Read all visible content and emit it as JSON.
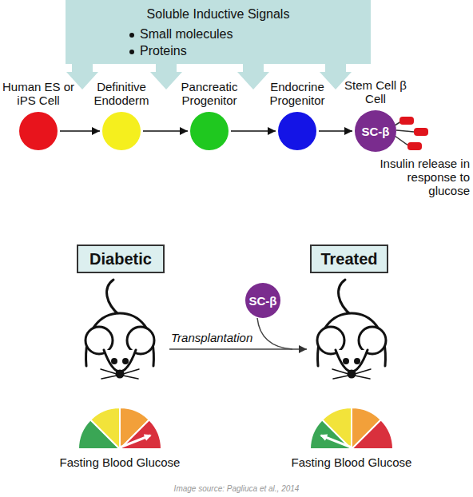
{
  "diagram": {
    "caption": "Image source: Pagliuca et al., 2014",
    "nodes": [
      {
        "text": [
          "Soluble Inductive Signals",
          "Small molecules",
          "Proteins"
        ]
      },
      {
        "text": [
          "Human ES or iPS Cell"
        ]
      },
      {
        "text": [
          "Definitive Endoderm"
        ]
      },
      {
        "text": [
          "Pancreatic Progenitor"
        ]
      },
      {
        "text": [
          "Endocrine Progenitor"
        ]
      },
      {
        "text": [
          "Stem Cell β Cell",
          "SC-β"
        ]
      },
      {
        "text": [
          "Diabetic"
        ]
      },
      {
        "text": [
          "Treated"
        ]
      },
      {
        "text": [
          "SC-β"
        ]
      }
    ],
    "edges": [
      {
        "from": 1,
        "to": 2,
        "arrow": "to"
      },
      {
        "from": 2,
        "to": 3,
        "arrow": "to"
      },
      {
        "from": 3,
        "to": 4,
        "arrow": "to"
      },
      {
        "from": 4,
        "to": 5,
        "arrow": "to"
      }
    ],
    "labels": [
      "Insulin release in response to glucose",
      "Transplantation",
      "Fasting Blood Glucose",
      "Fasting Blood Glucose"
    ]
  }
}
